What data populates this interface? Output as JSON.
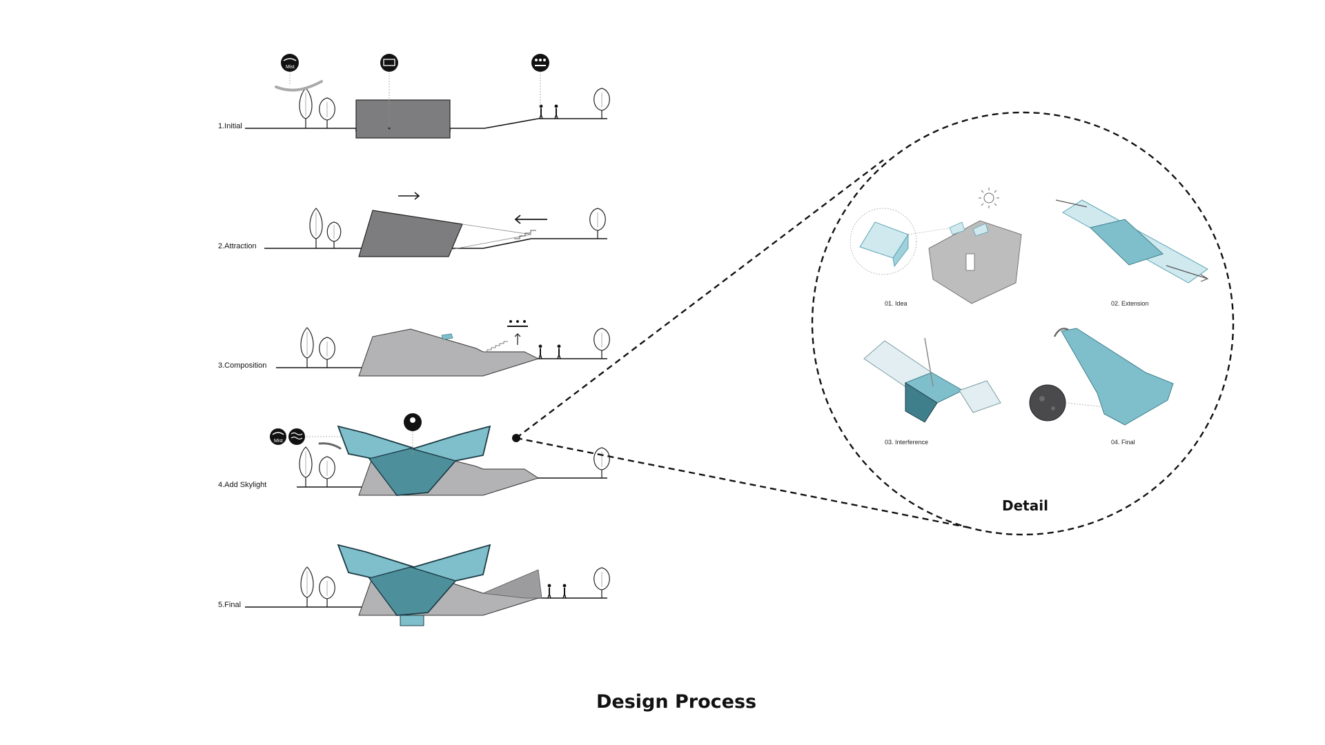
{
  "title": "Design Process",
  "steps": [
    {
      "label": "1.Initial"
    },
    {
      "label": "2.Attraction"
    },
    {
      "label": "3.Composition"
    },
    {
      "label": "4.Add Skylight"
    },
    {
      "label": "5.Final"
    }
  ],
  "badges": {
    "mist": "Mist"
  },
  "detail": {
    "title": "Detail",
    "items": [
      {
        "label": "01. Idea"
      },
      {
        "label": "02. Extension"
      },
      {
        "label": "03. Interference"
      },
      {
        "label": "04. Final"
      }
    ]
  },
  "colors": {
    "gray_dark": "#7d7d7f",
    "gray_light": "#b3b3b5",
    "teal": "#7fbfcb",
    "teal_dark": "#3f7f8c",
    "line": "#111111"
  }
}
